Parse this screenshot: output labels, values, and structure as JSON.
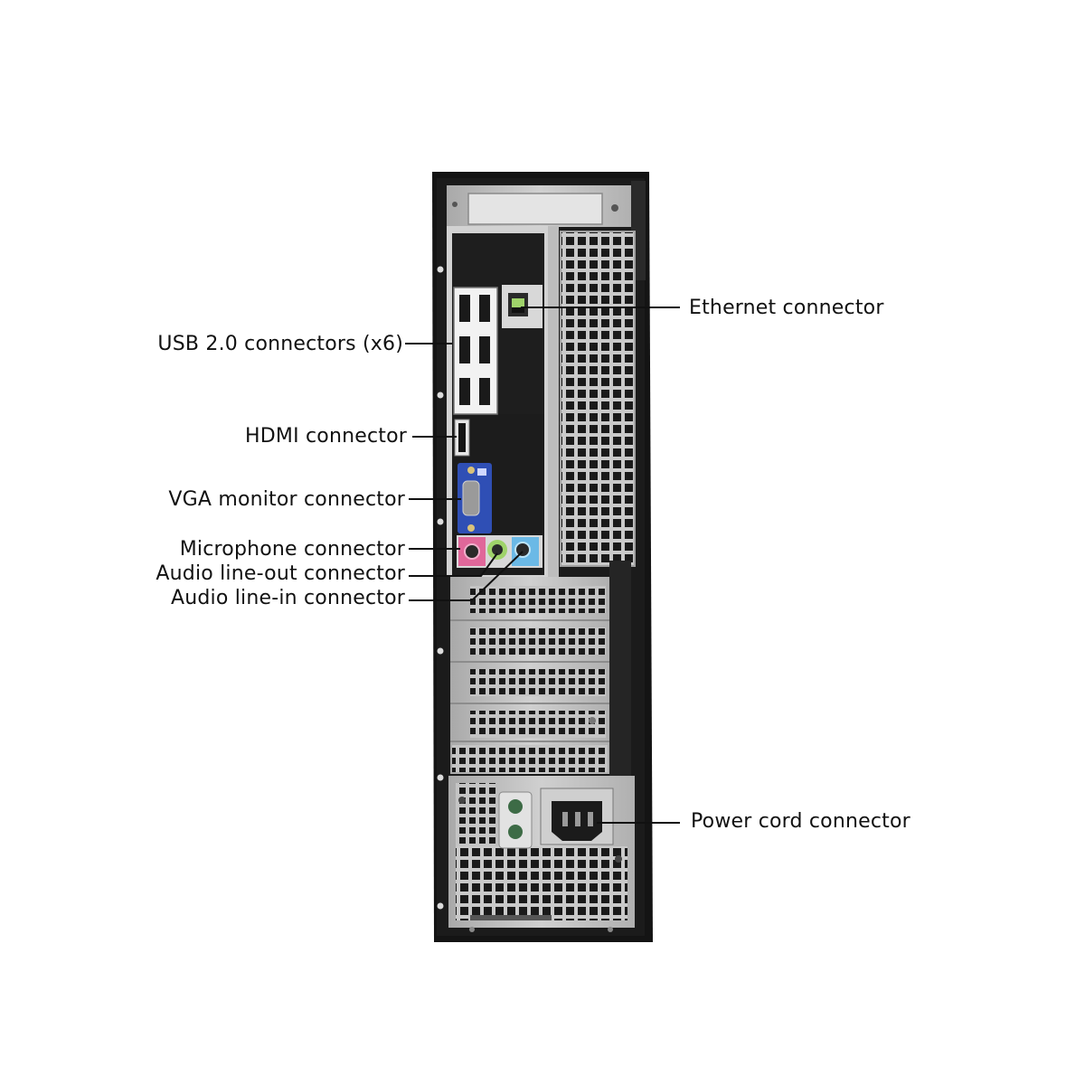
{
  "colors": {
    "case_black": "#141414",
    "metal": "#b9b9b9",
    "metal_light": "#d6d6d6",
    "io_panel": "#1e1e1e",
    "vga_blue": "#2f4fb5",
    "mic_pink": "#e0679a",
    "lineout_green": "#9fd36a",
    "linein_blue": "#6bb9e6",
    "leader": "#111111"
  },
  "callouts": {
    "ethernet": "Ethernet connector",
    "usb": "USB 2.0 connectors (x6)",
    "hdmi": "HDMI connector",
    "vga": "VGA monitor connector",
    "microphone": "Microphone connector",
    "line_out": "Audio line-out connector",
    "line_in": "Audio line-in connector",
    "power": "Power cord connector"
  }
}
